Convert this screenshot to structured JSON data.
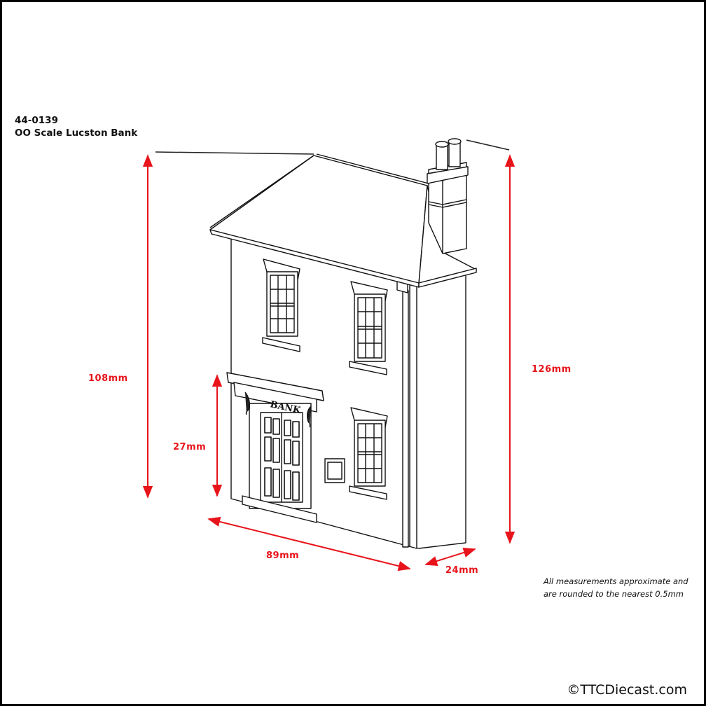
{
  "product": {
    "code": "44-0139",
    "name": "OO Scale Lucston Bank"
  },
  "sign_text": "BANK",
  "dimensions": {
    "overall_height_front": "108mm",
    "overall_height_chimney": "126mm",
    "door_height": "27mm",
    "width": "89mm",
    "depth": "24mm"
  },
  "note": {
    "line1": "All measurements approximate and",
    "line2": "are rounded to the nearest 0.5mm"
  },
  "copyright": "©TTCDiecast.com",
  "colors": {
    "dimension": "#e8141b",
    "line": "#111111",
    "background": "#ffffff",
    "border": "#000000"
  }
}
